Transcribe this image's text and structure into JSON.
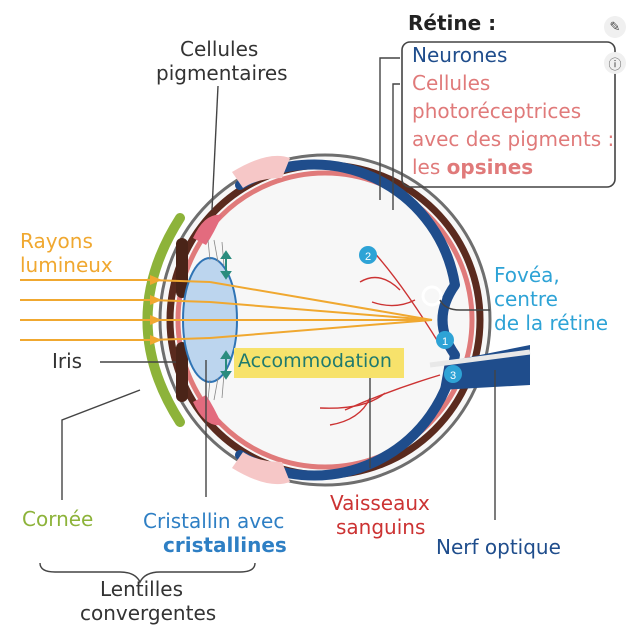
{
  "colors": {
    "blue": "#1f4d8c",
    "pink": "#e07a7a",
    "green": "#8db33a",
    "cyan": "#2ea3d6",
    "orange": "#f0a830",
    "dark": "#333333",
    "red": "#cc3333",
    "highlight": "#f7e26b"
  },
  "toolbar": {
    "edit_icon": "pencil-icon",
    "info_icon": "info-icon"
  },
  "labels": {
    "retine_title": "Rétine :",
    "neurones": "Neurones",
    "photo_1": "Cellules",
    "photo_2": "photoréceptrices",
    "photo_3": "avec des pigments :",
    "photo_4a": "les ",
    "photo_4b": "opsines",
    "cellules_pig_1": "Cellules",
    "cellules_pig_2": "pigmentaires",
    "rayons_1": "Rayons",
    "rayons_2": "lumineux",
    "iris": "Iris",
    "accommodation": "Accommodation",
    "fovea_1": "Fovéa,",
    "fovea_2": "centre",
    "fovea_3": "de la rétine",
    "cornee": "Cornée",
    "cristallin_1": "Cristallin avec",
    "cristallin_2": "cristallines",
    "vaisseaux_1": "Vaisseaux",
    "vaisseaux_2": "sanguins",
    "nerf": "Nerf optique",
    "lentilles_1": "Lentilles",
    "lentilles_2": "convergentes"
  },
  "markers": [
    "1",
    "2",
    "3"
  ]
}
